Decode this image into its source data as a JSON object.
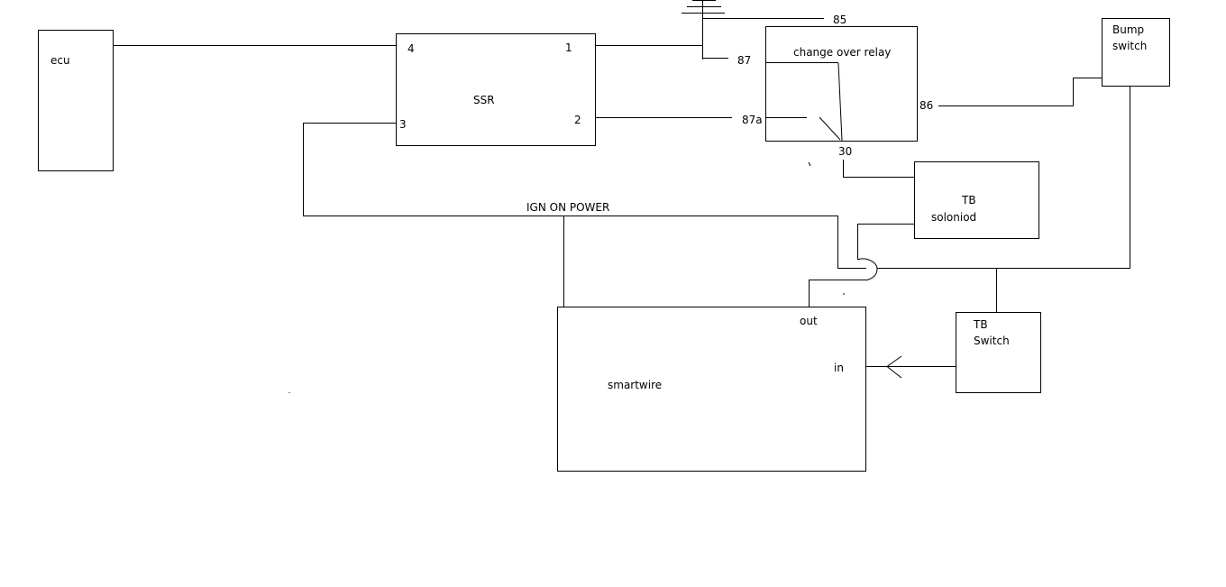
{
  "components": {
    "ecu": "ecu",
    "ssr": "SSR",
    "relay": "change over relay",
    "bump_line1": "Bump",
    "bump_line2": "switch",
    "tb_solenoid_line1": "TB",
    "tb_solenoid_line2": "soloniod",
    "tb_switch_line1": "TB",
    "tb_switch_line2": "Switch",
    "smartwire": "smartwire"
  },
  "ssr_pins": {
    "p4": "4",
    "p1": "1",
    "p3": "3",
    "p2": "2"
  },
  "relay_pins": {
    "p85": "85",
    "p87": "87",
    "p87a": "87a",
    "p86": "86",
    "p30": "30"
  },
  "smartwire_ports": {
    "out": "out",
    "in": "in"
  },
  "wires": {
    "ign": "IGN ON POWER"
  }
}
